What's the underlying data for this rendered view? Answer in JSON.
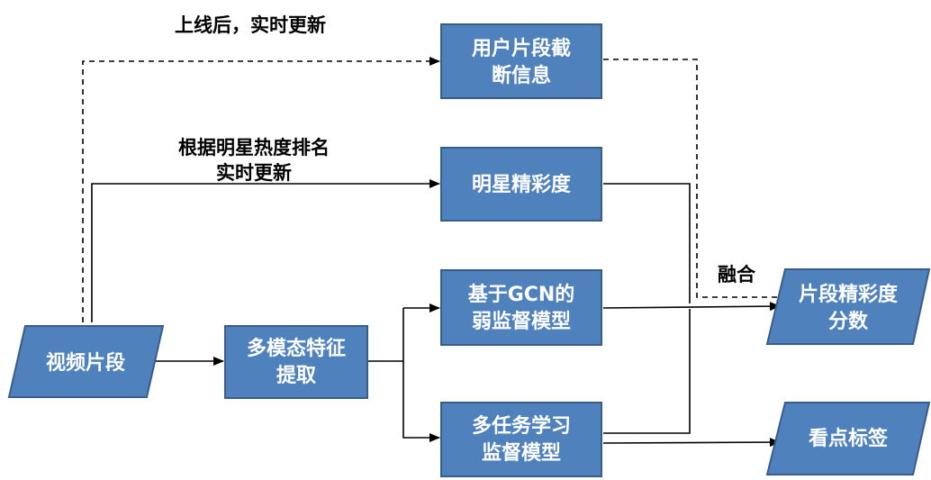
{
  "nodes": {
    "video_clip": {
      "label": "视频片段"
    },
    "multimodal": {
      "line1": "多模态特征",
      "line2": "提取"
    },
    "user_cutoff": {
      "line1": "用户片段截",
      "line2": "断信息"
    },
    "star_highlight": {
      "label": "明星精彩度"
    },
    "gcn_model": {
      "line1": "基于GCN的",
      "line2": "弱监督模型"
    },
    "multitask_model": {
      "line1": "多任务学习",
      "line2": "监督模型"
    },
    "clip_score": {
      "line1": "片段精彩度",
      "line2": "分数"
    },
    "highlight_tag": {
      "label": "看点标签"
    }
  },
  "labels": {
    "realtime_after_launch": "上线后，实时更新",
    "rank_line1": "根据明星热度排名",
    "rank_line2": "实时更新",
    "fusion": "融合"
  },
  "colors": {
    "box_fill": "#4f81bd",
    "box_stroke": "#385d8a",
    "text_on_box": "#ffffff",
    "line": "#000000"
  }
}
